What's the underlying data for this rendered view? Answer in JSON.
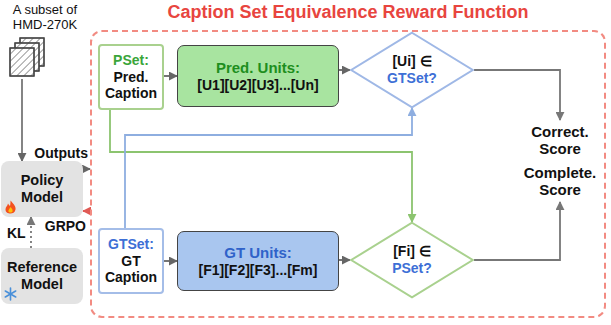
{
  "diagram": {
    "nodes": [
      {
        "text": [
          "Caption Set Equivalence Reward Function"
        ]
      },
      {
        "text": [
          "PSet:",
          "Pred. Caption"
        ],
        "in": 0
      },
      {
        "text": [
          "Pred. Units:",
          "[U1][U2][U3]...[Un]"
        ],
        "in": 0
      },
      {
        "text": [
          "[Ui] ∈",
          "GTSet?"
        ],
        "in": 0
      },
      {
        "text": [
          "GTSet:",
          "GT Caption"
        ],
        "in": 0
      },
      {
        "text": [
          "GT Units:",
          "[F1][F2][F3]...[Fm]"
        ],
        "in": 0
      },
      {
        "text": [
          "[Fi] ∈",
          "PSet?"
        ],
        "in": 0
      },
      {
        "text": [
          "Policy Model"
        ]
      },
      {
        "text": [
          "Reference Model"
        ]
      }
    ],
    "edges": [
      {
        "from": 7,
        "to": 0,
        "label": "Outputs",
        "arrow": "to"
      },
      {
        "from": 0,
        "to": 7,
        "label": "GRPO",
        "arrow": "to"
      },
      {
        "from": 8,
        "to": 7,
        "label": "KL",
        "arrow": "to"
      },
      {
        "from": 1,
        "to": 2,
        "arrow": "to"
      },
      {
        "from": 2,
        "to": 3,
        "arrow": "to"
      },
      {
        "from": 1,
        "to": 6,
        "arrow": "to"
      },
      {
        "from": 4,
        "to": 3,
        "arrow": "to"
      },
      {
        "from": 4,
        "to": 5,
        "arrow": "to"
      },
      {
        "from": 5,
        "to": 6,
        "arrow": "to"
      }
    ],
    "labels": [
      "A subset of HMD-270K",
      "Correct. Score",
      "Complete. Score"
    ]
  }
}
